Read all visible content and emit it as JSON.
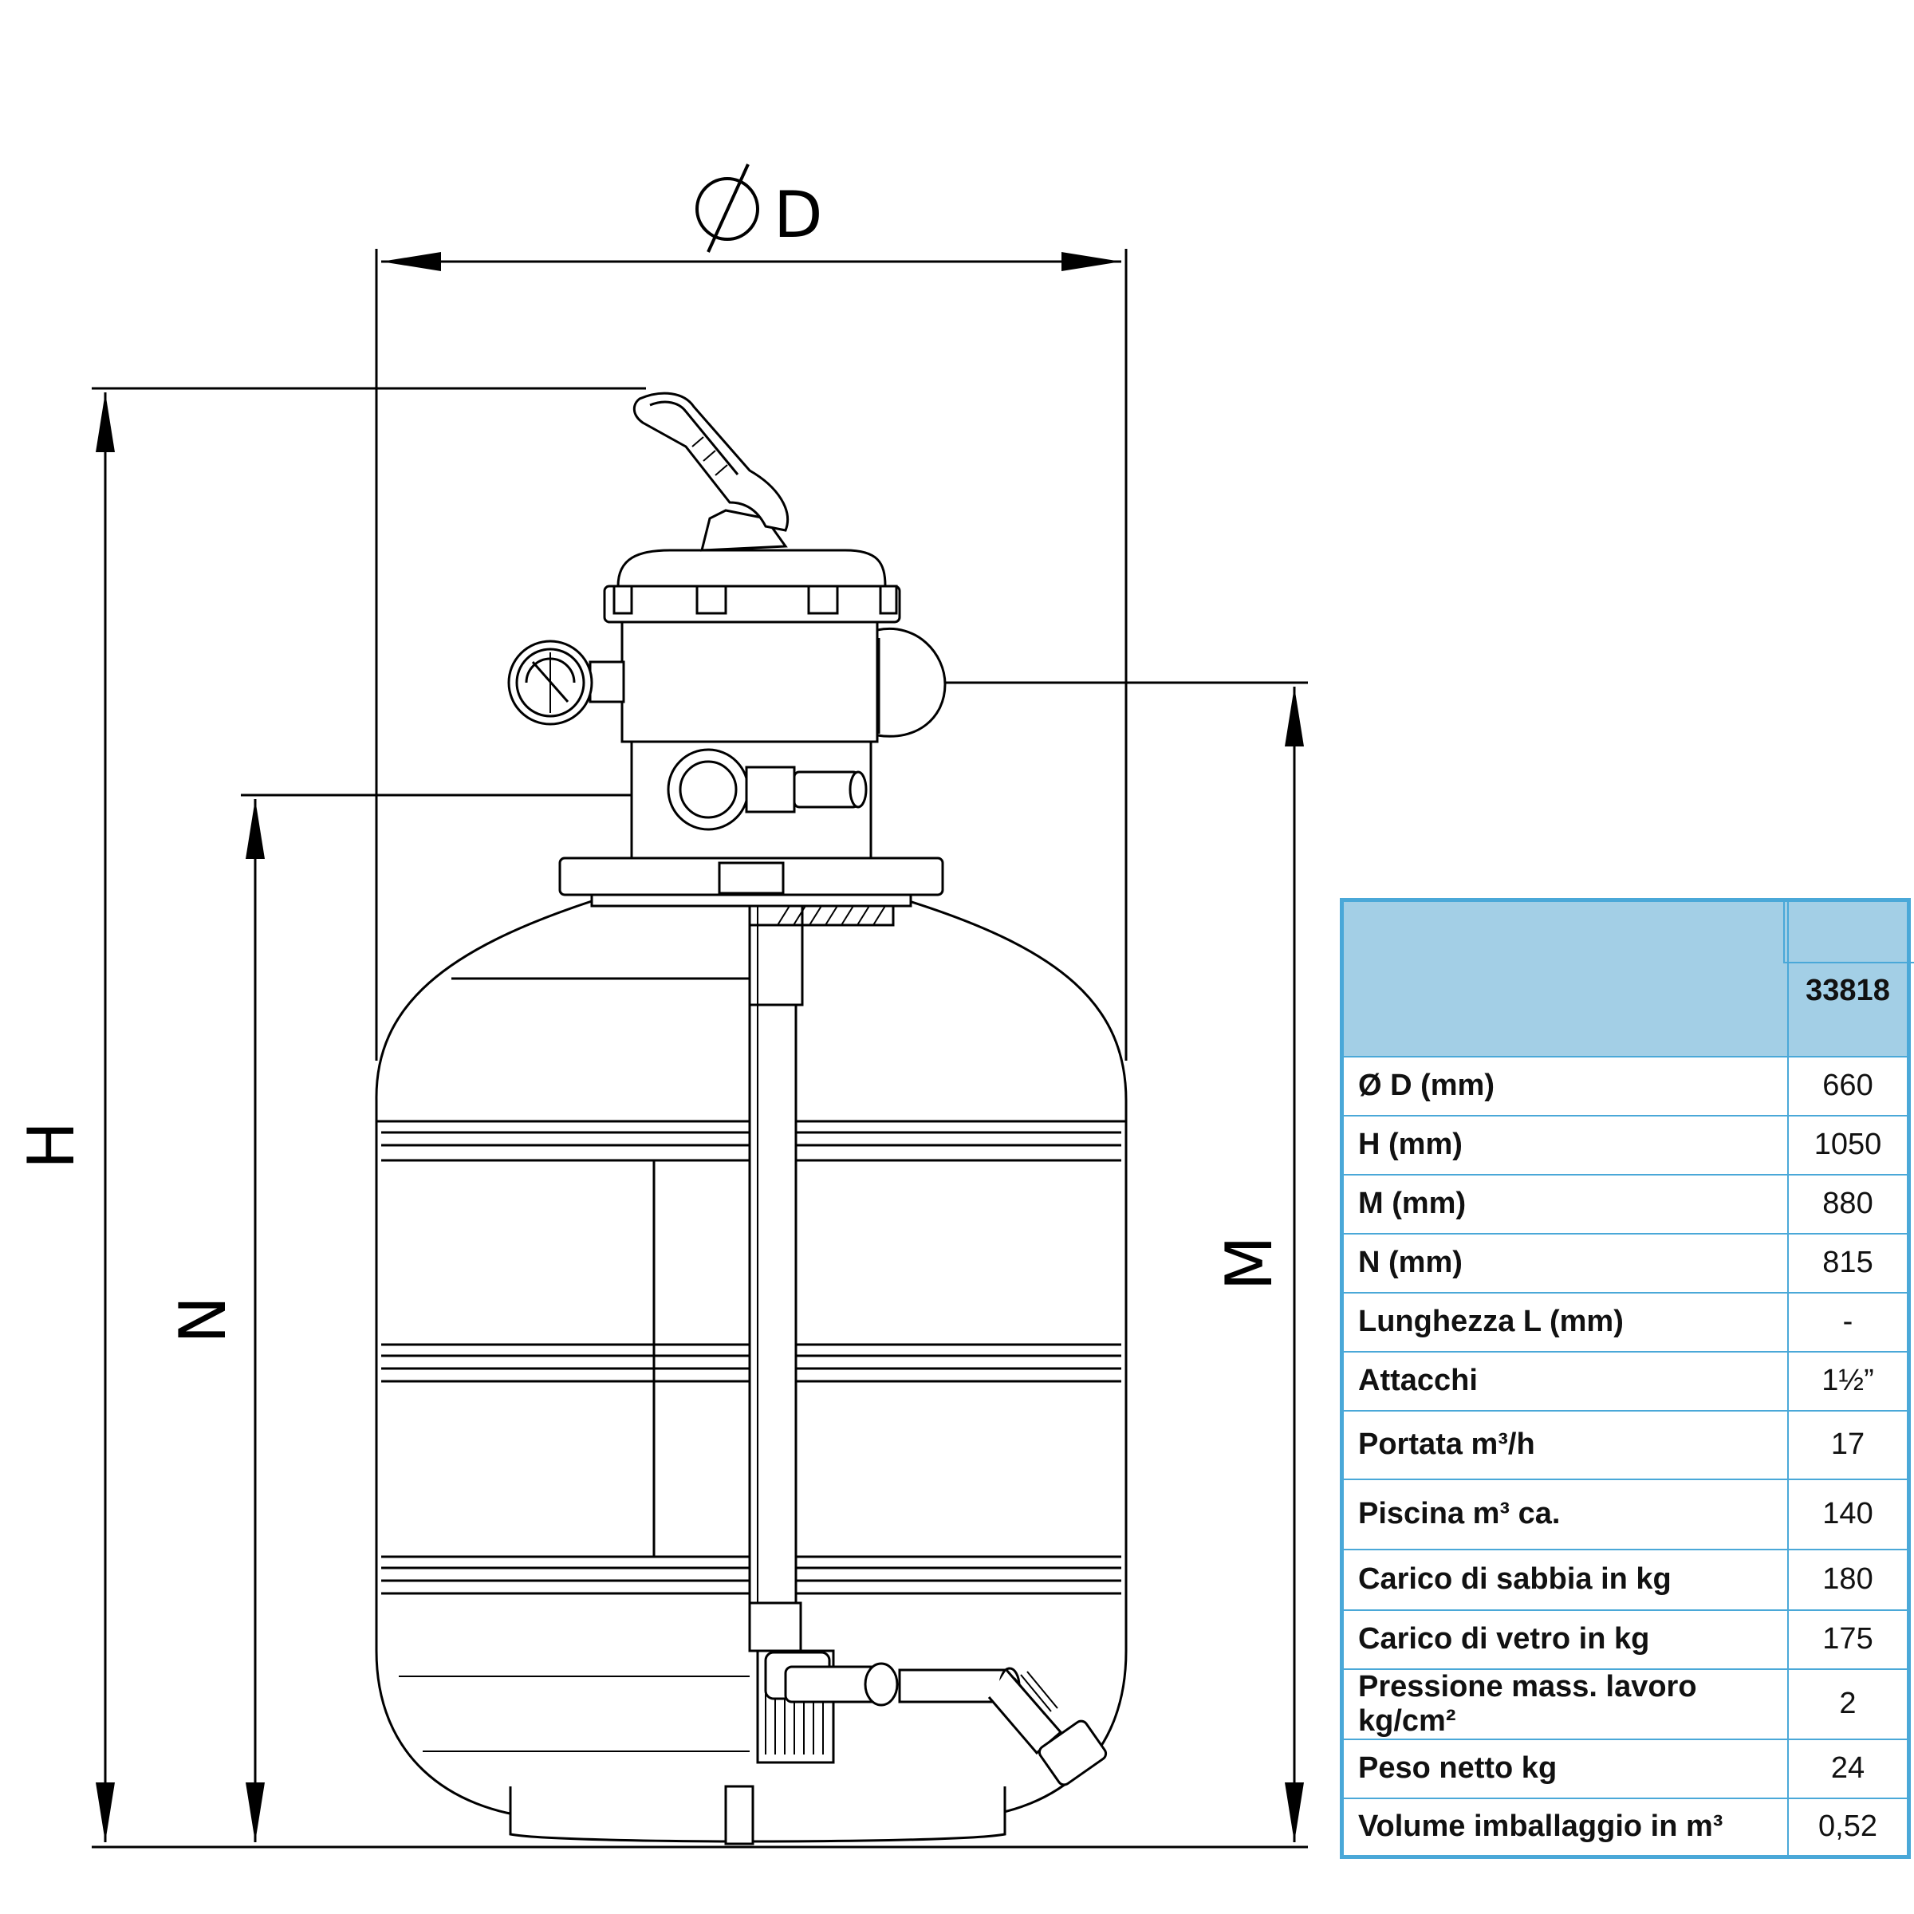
{
  "dimensions": {
    "diameter_label": "D",
    "height_label": "H",
    "n_label": "N",
    "m_label": "M"
  },
  "table": {
    "model_code": "33818",
    "rows": [
      {
        "label": "Ø D (mm)",
        "value": "660"
      },
      {
        "label": "H (mm)",
        "value": "1050"
      },
      {
        "label": "M (mm)",
        "value": "880"
      },
      {
        "label": "N (mm)",
        "value": "815"
      },
      {
        "label": "Lunghezza L (mm)",
        "value": "-"
      },
      {
        "label": "Attacchi",
        "value": "1½”"
      },
      {
        "label": "Portata m³/h",
        "value": "17"
      },
      {
        "label": "Piscina m³ ca.",
        "value": "140"
      },
      {
        "label": "Carico di sabbia in kg",
        "value": "180"
      },
      {
        "label": "Carico di vetro in kg",
        "value": "175"
      },
      {
        "label": "Pressione mass. lavoro kg/cm²",
        "value": "2"
      },
      {
        "label": "Peso netto kg",
        "value": "24"
      },
      {
        "label": "Volume imballaggio in m³",
        "value": "0,52"
      }
    ]
  }
}
